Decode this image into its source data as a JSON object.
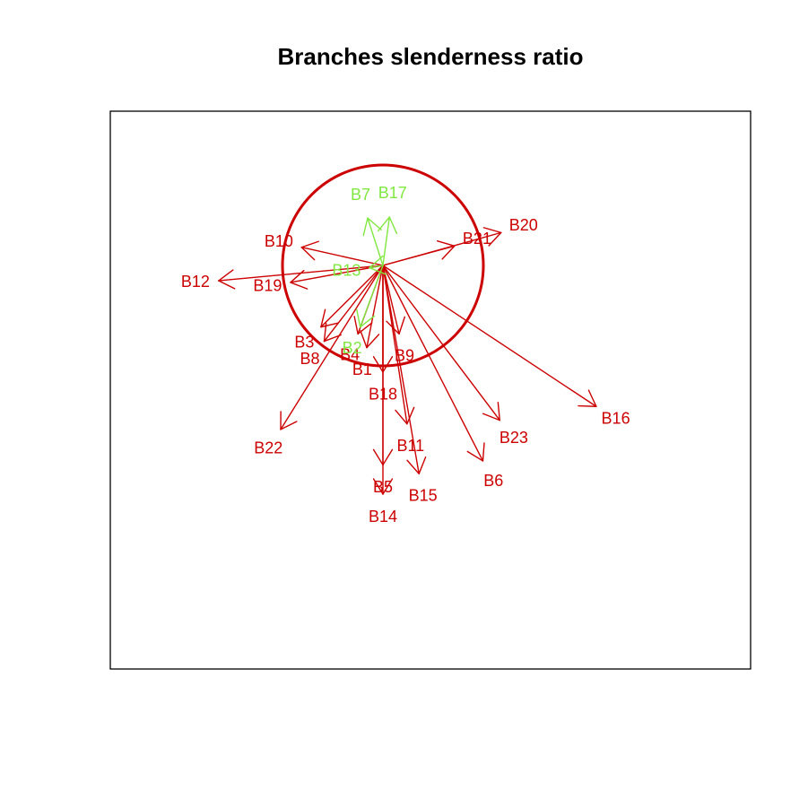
{
  "chart_data": {
    "type": "arrow-star",
    "title": "Branches slenderness ratio",
    "reference_circle": {
      "color": "#CC0000"
    },
    "colors": {
      "over_threshold": "#CC0000",
      "under_threshold": "#80E840",
      "frame": "#000000"
    },
    "series": [
      {
        "label": "B1",
        "color": "#CC0000",
        "tip": [
          -0.161,
          -0.818
        ]
      },
      {
        "label": "B2",
        "color": "#80E840",
        "tip": [
          -0.226,
          -0.613
        ]
      },
      {
        "label": "B3",
        "color": "#CC0000",
        "tip": [
          -0.617,
          -0.613
        ]
      },
      {
        "label": "B4",
        "color": "#CC0000",
        "tip": [
          -0.249,
          -0.682
        ]
      },
      {
        "label": "B5",
        "color": "#CC0000",
        "tip": [
          0.0,
          -1.986
        ]
      },
      {
        "label": "B6",
        "color": "#CC0000",
        "tip": [
          0.995,
          -1.946
        ]
      },
      {
        "label": "B7",
        "color": "#80E840",
        "tip": [
          -0.152,
          0.472
        ]
      },
      {
        "label": "B8",
        "color": "#CC0000",
        "tip": [
          -0.585,
          -0.755
        ]
      },
      {
        "label": "B9",
        "color": "#CC0000",
        "tip": [
          0.161,
          -0.682
        ]
      },
      {
        "label": "B10",
        "color": "#CC0000",
        "tip": [
          -0.81,
          0.181
        ]
      },
      {
        "label": "B11",
        "color": "#CC0000",
        "tip": [
          0.24,
          -1.578
        ]
      },
      {
        "label": "B12",
        "color": "#CC0000",
        "tip": [
          -1.636,
          -0.152
        ]
      },
      {
        "label": "B13",
        "color": "#80E840",
        "tip": [
          -0.134,
          -0.023
        ]
      },
      {
        "label": "B14",
        "color": "#CC0000",
        "tip": [
          0.0,
          -2.277
        ]
      },
      {
        "label": "B15",
        "color": "#CC0000",
        "tip": [
          0.359,
          -2.074
        ]
      },
      {
        "label": "B16",
        "color": "#CC0000",
        "tip": [
          2.124,
          -1.404
        ]
      },
      {
        "label": "B17",
        "color": "#80E840",
        "tip": [
          0.065,
          0.482
        ]
      },
      {
        "label": "B18",
        "color": "#CC0000",
        "tip": [
          0.0,
          -1.061
        ]
      },
      {
        "label": "B19",
        "color": "#CC0000",
        "tip": [
          -0.92,
          -0.169
        ]
      },
      {
        "label": "B20",
        "color": "#CC0000",
        "tip": [
          1.176,
          0.327
        ]
      },
      {
        "label": "B21",
        "color": "#CC0000",
        "tip": [
          0.713,
          0.194
        ]
      },
      {
        "label": "B22",
        "color": "#CC0000",
        "tip": [
          -1.018,
          -1.633
        ]
      },
      {
        "label": "B23",
        "color": "#CC0000",
        "tip": [
          1.163,
          -1.541
        ]
      }
    ]
  }
}
